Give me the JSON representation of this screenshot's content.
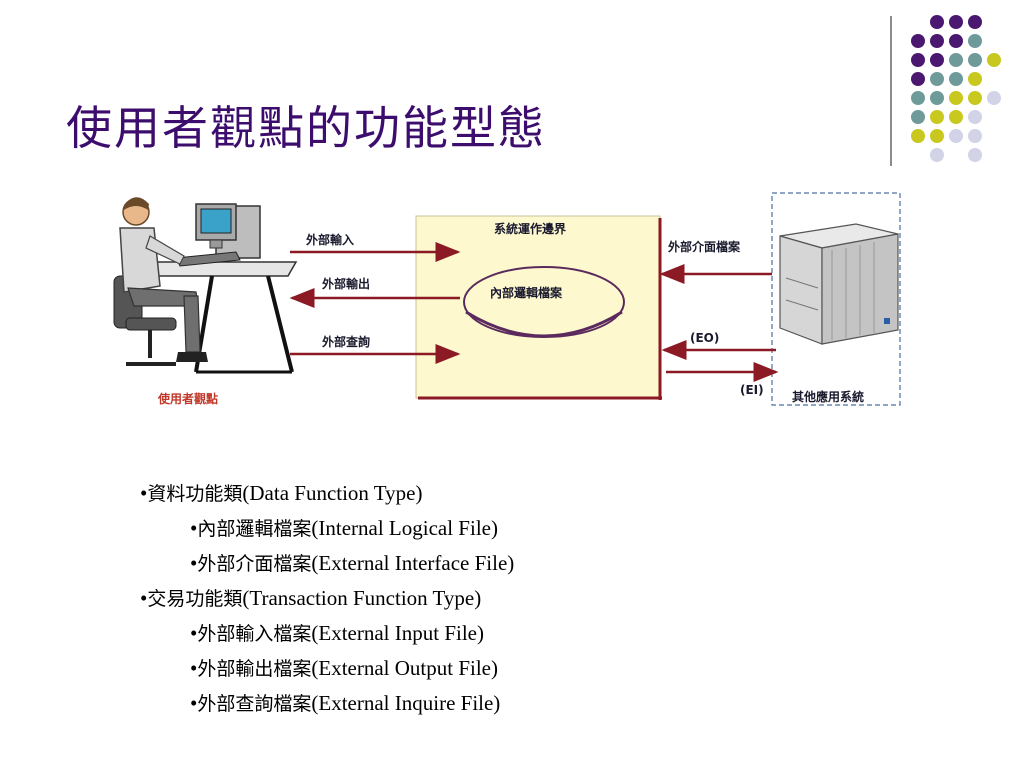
{
  "title": "使用者觀點的功能型態",
  "colors": {
    "title": "#3d0d6e",
    "purple": "#4a1870",
    "teal": "#6f9a9a",
    "yellow": "#c8c81e",
    "lavender": "#d3d3e8",
    "boundary_fill": "#fdf8cd",
    "arrow": "#8b1a24"
  },
  "figure": {
    "user_label": "使用者觀點",
    "system_boundary": "系統運作邊界",
    "internal_file": "內部邏輯檔案",
    "external_input": "外部輸入",
    "external_output": "外部輸出",
    "external_inquiry": "外部查詢",
    "external_interface_file": "外部介面檔案",
    "eo": "(EO)",
    "ei": "(EI)",
    "other_system": "其他應用系統"
  },
  "bullets": [
    {
      "cjk": "資料功能類",
      "en": "(Data Function Type)"
    },
    {
      "cjk": "內部邏輯檔案",
      "en": "(Internal Logical File)"
    },
    {
      "cjk": "外部介面檔案",
      "en": "(External Interface File)"
    },
    {
      "cjk": "交易功能類",
      "en": "(Transaction Function Type)"
    },
    {
      "cjk": "外部輸入檔案",
      "en": "(External Input File)"
    },
    {
      "cjk": "外部輸出檔案",
      "en": "(External Output File)"
    },
    {
      "cjk": "外部查詢檔案",
      "en": "(External Inquire File)"
    }
  ]
}
